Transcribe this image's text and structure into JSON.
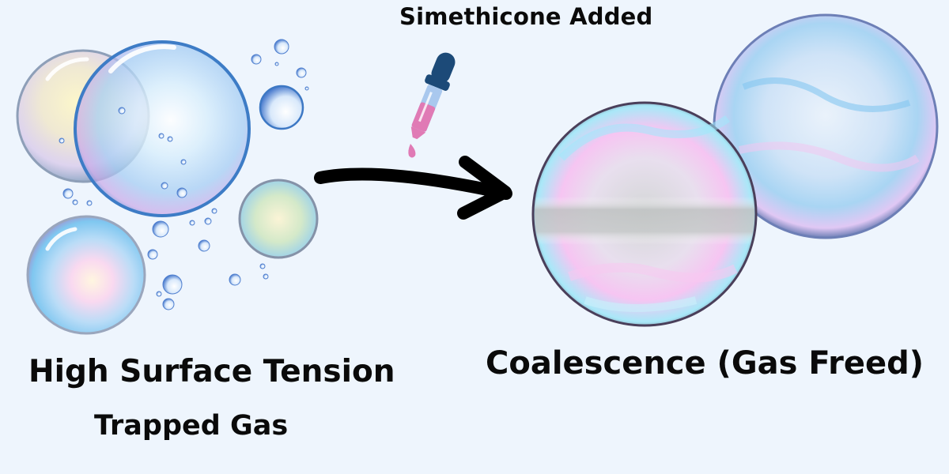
{
  "diagram": {
    "step_label": "Simethicone Added",
    "left_panel": {
      "title": "High Surface Tension",
      "subtitle": "Trapped Gas",
      "icon": "small-foam-bubbles"
    },
    "right_panel": {
      "title": "Coalescence (Gas Freed)",
      "icon": "large-merged-bubbles"
    },
    "connector": {
      "icon": "arrow-right",
      "color": "#000000"
    },
    "dropper": {
      "icon": "dropper",
      "liquid_color": "#e07ab5",
      "bulb_color": "#1c4a78"
    }
  },
  "colors": {
    "background": "#eef5fd",
    "text": "#0a0a0a",
    "bubble_blue": "#5b9bdc",
    "bubble_pink": "#f0b4e6",
    "bubble_yellow": "#f6efb0",
    "bubble_cyan": "#8fe1f5"
  }
}
